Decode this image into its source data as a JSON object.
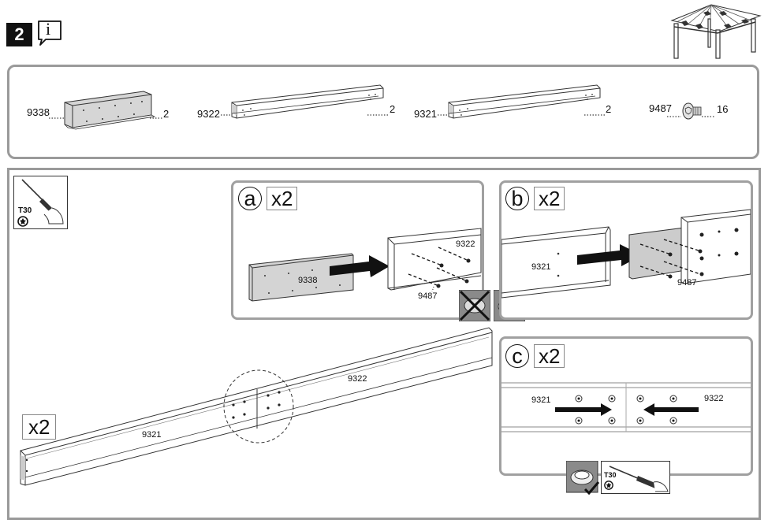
{
  "step": {
    "number": "2",
    "info_symbol": "i"
  },
  "parts": [
    {
      "code": "9338",
      "qty": "2"
    },
    {
      "code": "9322",
      "qty": "2"
    },
    {
      "code": "9321",
      "qty": "2"
    },
    {
      "code": "9487",
      "qty": "16"
    }
  ],
  "tool": {
    "label": "T30"
  },
  "substeps": {
    "a": {
      "letter": "a",
      "mult": "x2",
      "labels": {
        "bracket": "9338",
        "beam": "9322",
        "screw": "9487"
      }
    },
    "b": {
      "letter": "b",
      "mult": "x2",
      "labels": {
        "beam": "9321",
        "screw": "9487"
      }
    },
    "c": {
      "letter": "c",
      "mult": "x2",
      "labels": {
        "left": "9321",
        "right": "9322"
      }
    }
  },
  "main": {
    "mult": "x2",
    "labels": {
      "left_beam": "9321",
      "right_beam": "9322"
    }
  },
  "icons": [
    "info-icon",
    "gazebo-icon",
    "screwdriver-icon",
    "torx-icon",
    "screw-icon",
    "arrow-icon",
    "no-screw-icon",
    "screw-head-icon",
    "checkmark-icon"
  ]
}
